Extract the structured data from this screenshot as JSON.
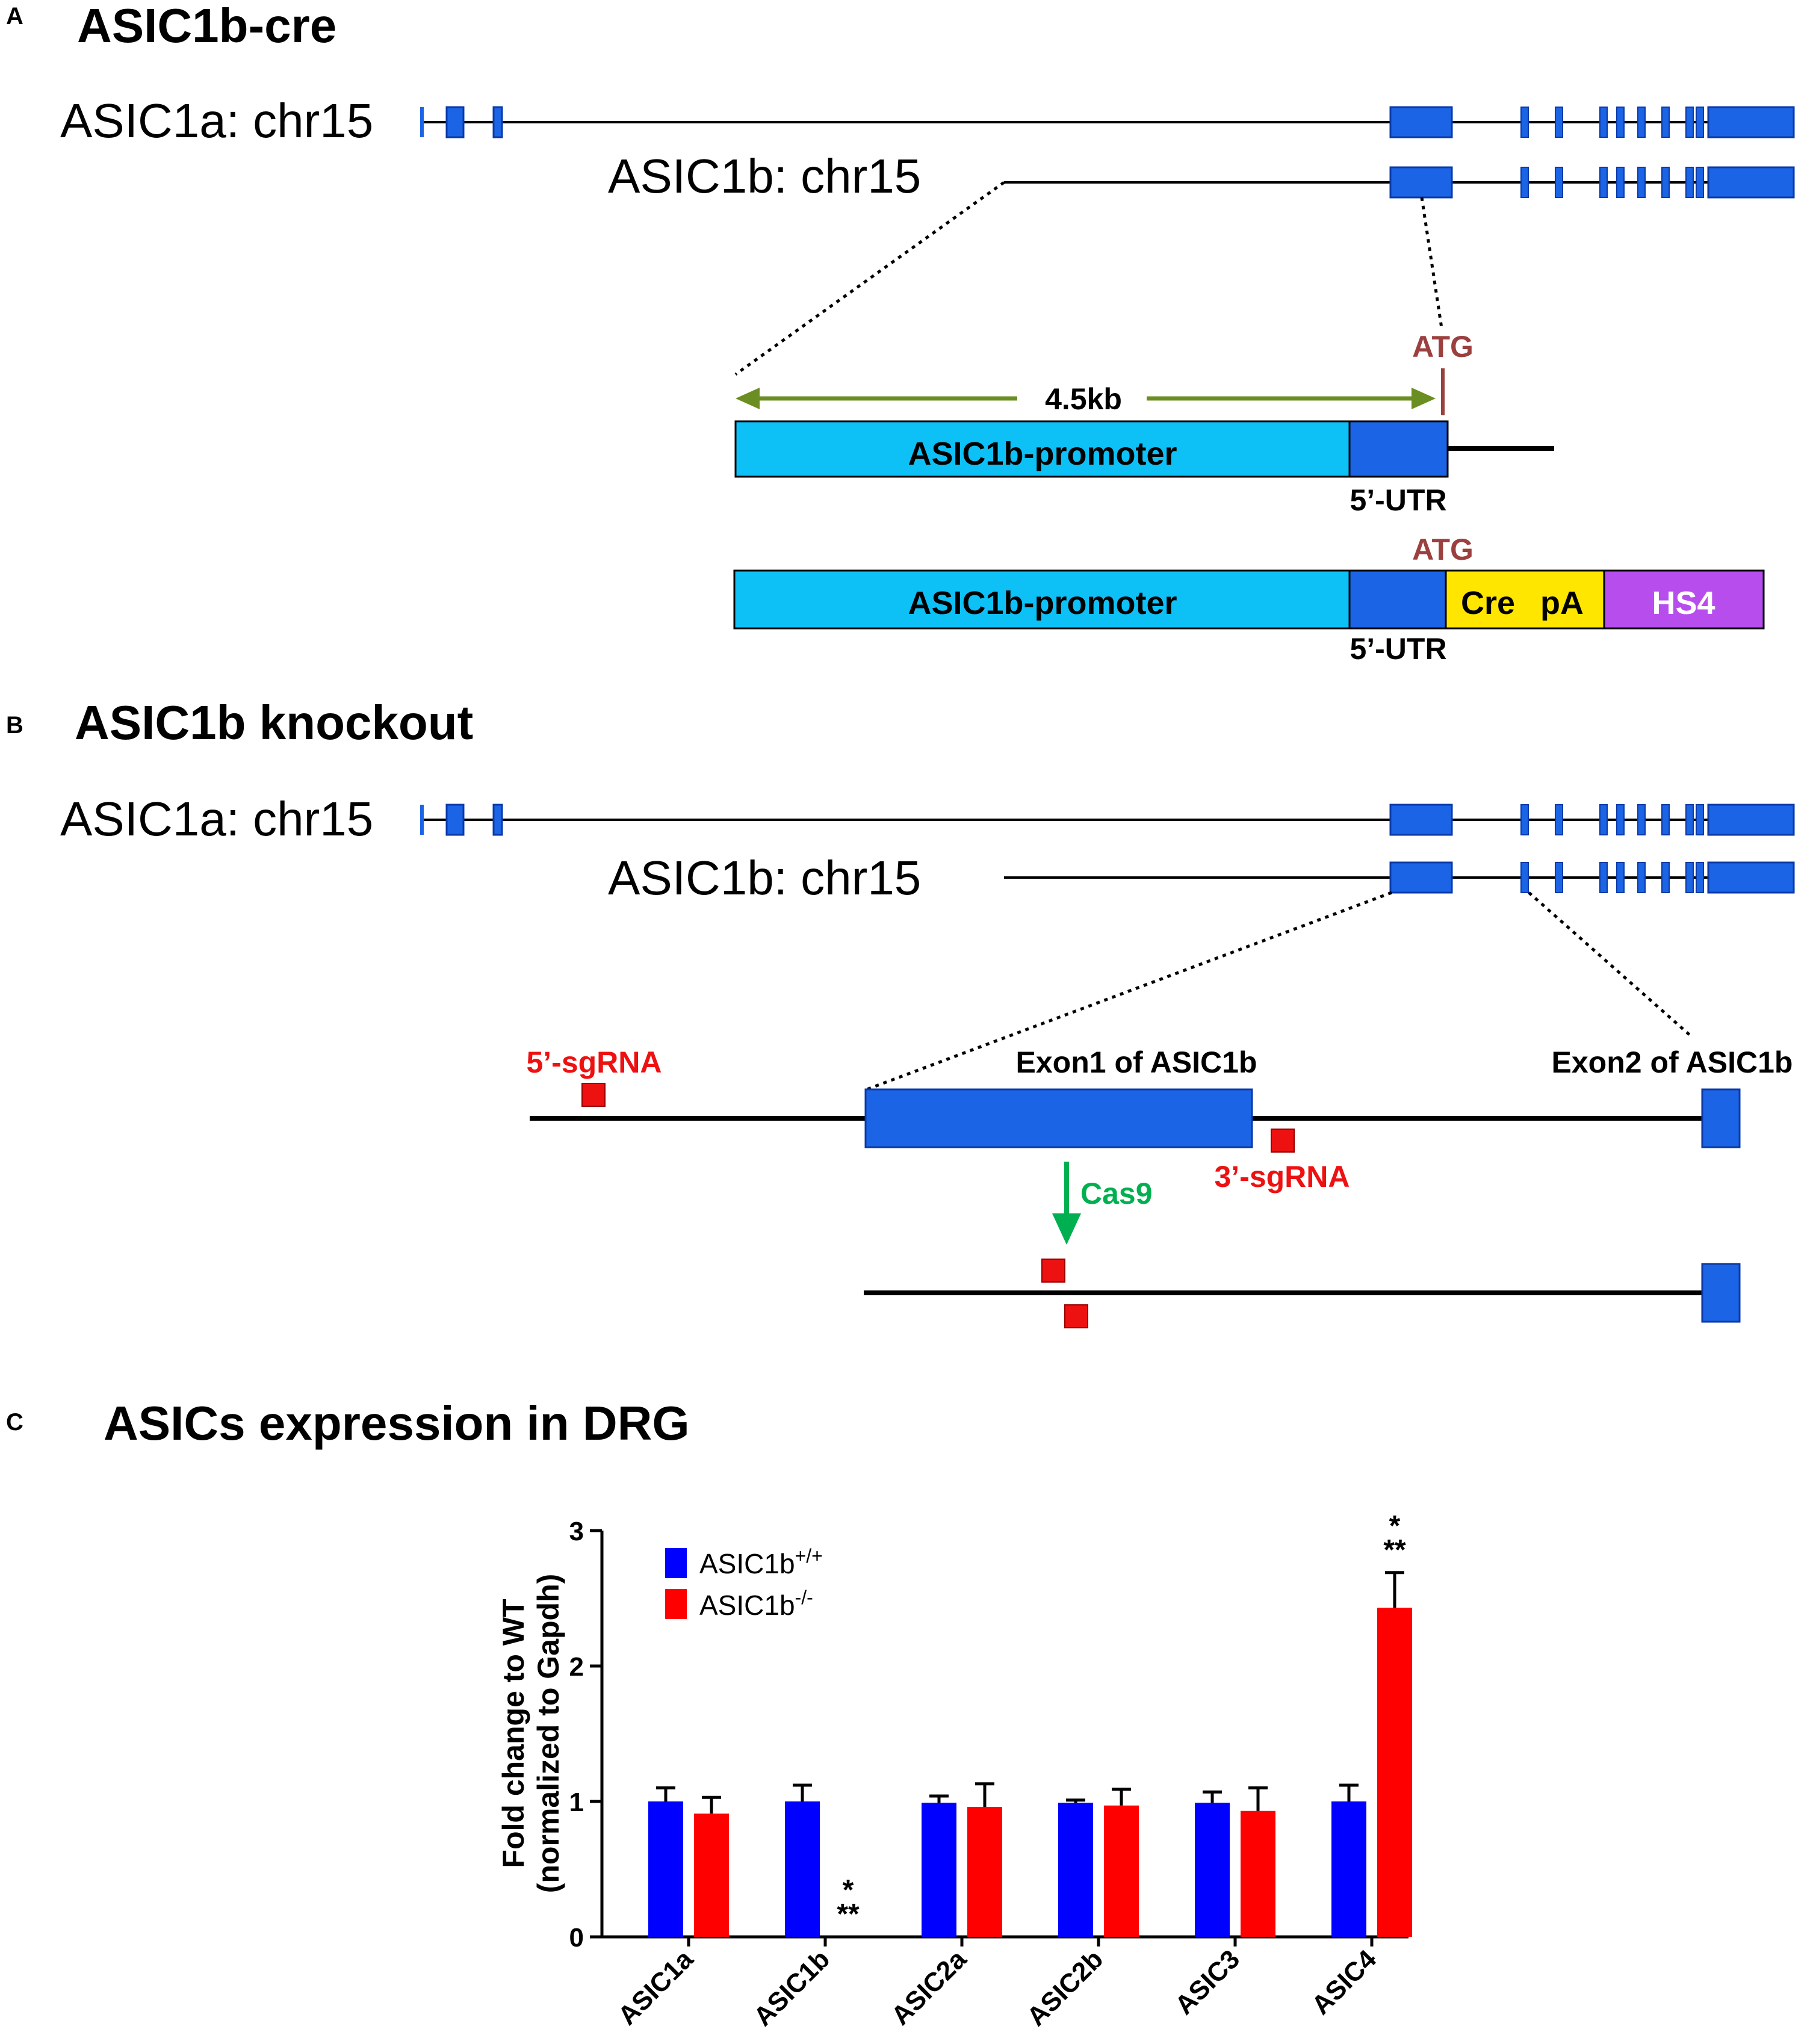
{
  "colors": {
    "exon": "#1c64e6",
    "exon_stroke": "#0a3aa8",
    "promoter": "#0dc1f7",
    "cre": "#ffe600",
    "hs4": "#b84dee",
    "atg": "#9b3f3f",
    "arrow_green": "#6b8e23",
    "sgrna": "#ee1111",
    "cas9": "#00b050",
    "bar_wt": "#0000ff",
    "bar_ko": "#ff0000"
  },
  "panel_a": {
    "letter": "A",
    "title": "ASIC1b-cre",
    "asic1a_label": "ASIC1a: chr15",
    "asic1b_label": "ASIC1b: chr15",
    "atg_top": "ATG",
    "length": "4.5kb",
    "promoter_top": "ASIC1b-promoter",
    "utr_top": "5’-UTR",
    "atg_bottom": "ATG",
    "promoter_bottom": "ASIC1b-promoter",
    "cre": "Cre",
    "pa": "pA",
    "hs4": "HS4",
    "utr_bottom": "5’-UTR"
  },
  "panel_b": {
    "letter": "B",
    "title": "ASIC1b knockout",
    "asic1a_label": "ASIC1a: chr15",
    "asic1b_label": "ASIC1b: chr15",
    "sgrna5": "5’-sgRNA",
    "exon1": "Exon1 of ASIC1b",
    "exon2": "Exon2 of ASIC1b",
    "sgrna3": "3’-sgRNA",
    "cas9": "Cas9"
  },
  "panel_c": {
    "letter": "C",
    "title": "ASICs expression in DRG"
  },
  "chart_data": {
    "type": "bar",
    "title": "ASICs expression in DRG",
    "ylabel_line1": "Fold change to WT",
    "ylabel_line2": "(normalized to Gapdh)",
    "ylim": [
      0,
      3
    ],
    "yticks": [
      "0",
      "1",
      "2",
      "3"
    ],
    "categories": [
      "ASIC1a",
      "ASIC1b",
      "ASIC2a",
      "ASIC2b",
      "ASIC3",
      "ASIC4"
    ],
    "legend_position": "top-left",
    "legend": {
      "wt_base": "ASIC1b",
      "wt_sup": "+/+",
      "ko_base": "ASIC1b",
      "ko_sup": "-/-"
    },
    "series": [
      {
        "key": "wt",
        "values": [
          1.0,
          1.0,
          0.99,
          0.99,
          0.99,
          1.0
        ],
        "errors": [
          0.1,
          0.12,
          0.05,
          0.02,
          0.08,
          0.12
        ]
      },
      {
        "key": "ko",
        "values": [
          0.91,
          0.0,
          0.96,
          0.97,
          0.93,
          2.43
        ],
        "errors": [
          0.12,
          0.0,
          0.17,
          0.12,
          0.17,
          0.26
        ]
      }
    ],
    "annotations": [
      {
        "category": "ASIC1b",
        "series": "ko",
        "line1": "*",
        "line2": "**"
      },
      {
        "category": "ASIC4",
        "series": "ko",
        "line1": "*",
        "line2": "**"
      }
    ]
  }
}
